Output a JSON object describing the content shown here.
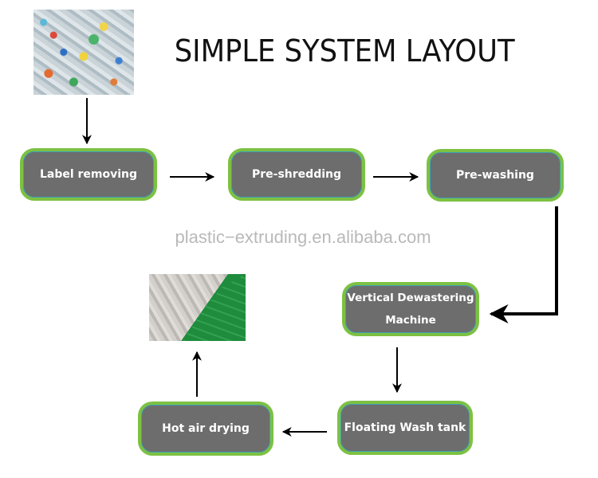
{
  "title": "SIMPLE SYSTEM LAYOUT",
  "watermark": "plastic−extruding.en.alibaba.com",
  "colors": {
    "node_fill": "#6d6d6d",
    "node_border": "#7dc142",
    "node_text": "#ffffff",
    "arrow": "#000000",
    "watermark": "#b9b9b9"
  },
  "images": {
    "input": "mixed-plastic-bottles-photo",
    "output": "clear-and-green-pet-flakes-photo"
  },
  "steps": [
    {
      "label": "Label removing"
    },
    {
      "label": "Pre-shredding"
    },
    {
      "label": "Pre-washing"
    },
    {
      "label_line1": "Vertical Dewastering",
      "label_line2": "Machine"
    },
    {
      "label": "Floating Wash tank"
    },
    {
      "label": "Hot air drying"
    }
  ],
  "flow": [
    "input-photo → Label removing",
    "Label removing → Pre-shredding",
    "Pre-shredding → Pre-washing",
    "Pre-washing → Vertical Dewastering Machine",
    "Vertical Dewastering Machine → Floating Wash tank",
    "Floating Wash tank → Hot air drying",
    "Hot air drying → output-photo"
  ]
}
